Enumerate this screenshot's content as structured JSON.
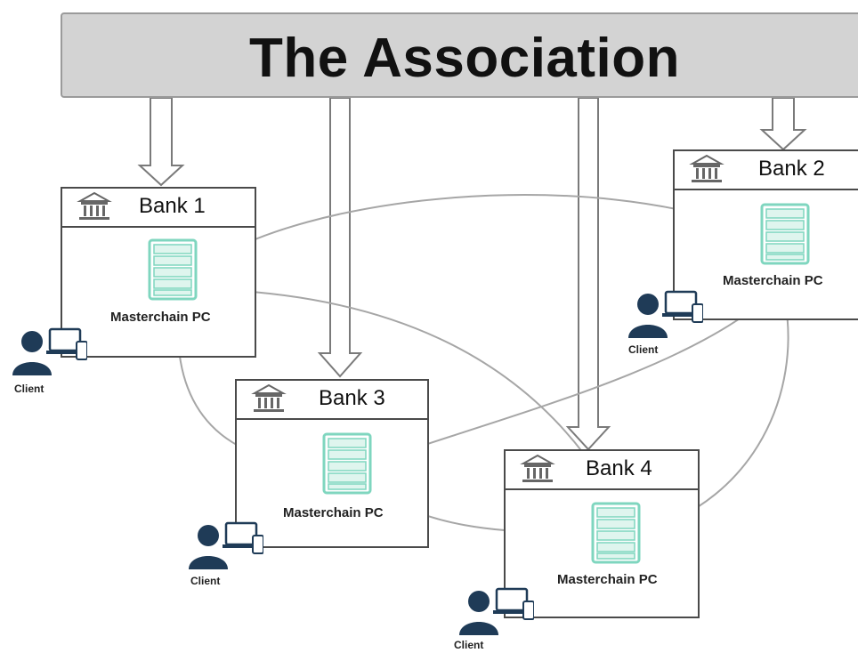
{
  "association": {
    "title": "The Association"
  },
  "banks": [
    {
      "name": "Bank 1",
      "pc_label": "Masterchain PC",
      "client_label": "Client"
    },
    {
      "name": "Bank 2",
      "pc_label": "Masterchain PC",
      "client_label": "Client"
    },
    {
      "name": "Bank 3",
      "pc_label": "Masterchain PC",
      "client_label": "Client"
    },
    {
      "name": "Bank 4",
      "pc_label": "Masterchain PC",
      "client_label": "Client"
    }
  ],
  "colors": {
    "server": "#7fd6bf",
    "client": "#1f3b57",
    "connector": "#a6a6a6",
    "banner": "#d3d3d3"
  },
  "icons": [
    "bank-building-icon",
    "server-rack-icon",
    "client-person-icon",
    "laptop-icon",
    "phone-icon"
  ]
}
